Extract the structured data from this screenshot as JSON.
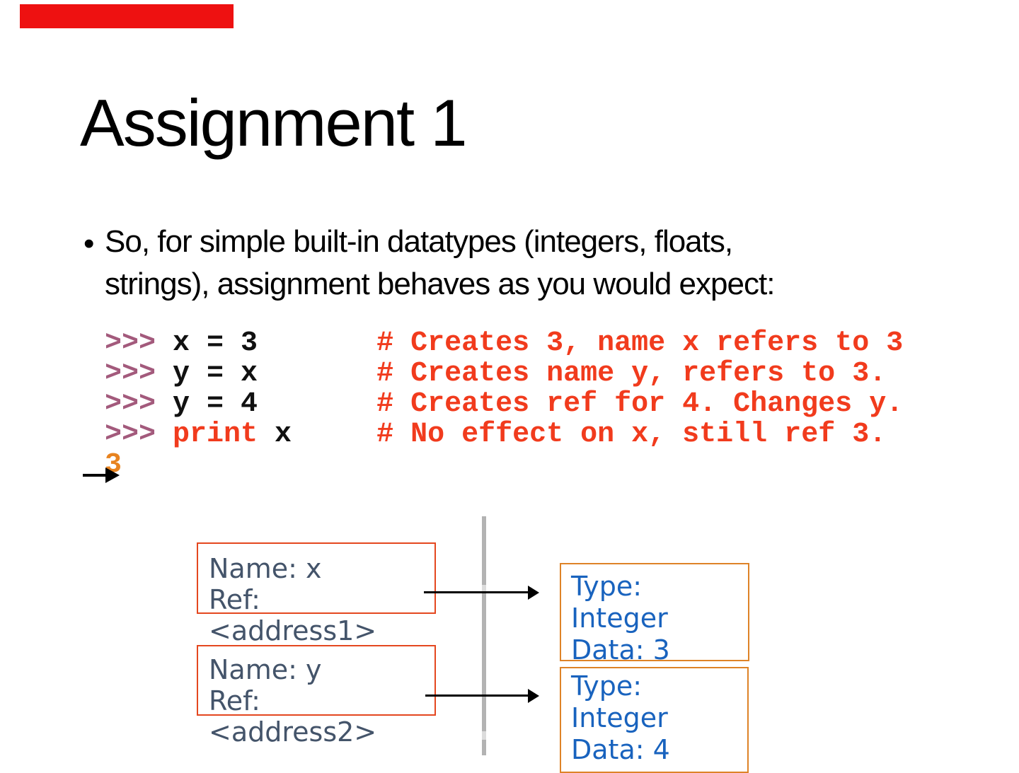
{
  "slide": {
    "title": "Assignment 1",
    "bullet": {
      "marker": "•",
      "line1": "So, for simple built-in datatypes (integers, floats,",
      "line2": "strings), assignment behaves as you would expect:"
    },
    "code": {
      "lines": [
        {
          "prompt": ">>> ",
          "keyword": "",
          "code": "x = 3",
          "pad": "       ",
          "comment": "# Creates 3, name x refers to 3"
        },
        {
          "prompt": ">>> ",
          "keyword": "",
          "code": "y = x",
          "pad": "       ",
          "comment": "# Creates name y, refers to 3."
        },
        {
          "prompt": ">>> ",
          "keyword": "",
          "code": "y = 4",
          "pad": "       ",
          "comment": "# Creates ref for 4. Changes y."
        },
        {
          "prompt": ">>> ",
          "keyword": "print",
          "code": " x",
          "pad": "     ",
          "comment": "# No effect on x, still ref 3."
        }
      ],
      "output": "3"
    },
    "diagram": {
      "name_boxes": [
        {
          "line1": "Name: x",
          "line2": "Ref: <address1>"
        },
        {
          "line1": "Name: y",
          "line2": "Ref: <address2>"
        }
      ],
      "value_boxes": [
        {
          "line1": "Type:",
          "line2": "Integer",
          "line3": "Data: 3"
        },
        {
          "line1": "Type:",
          "line2": "Integer",
          "line3": "Data: 4"
        }
      ]
    },
    "colors": {
      "accent_bar": "#ee1111",
      "prompt": "#a35a7c",
      "comment": "#f13b1d",
      "output": "#e8831f",
      "name_box_border": "#e4471f",
      "name_box_text": "#44546a",
      "value_box_border": "#de8327",
      "value_box_text": "#1963be",
      "divider": "#b3b3b3",
      "arrow": "#000000"
    }
  }
}
